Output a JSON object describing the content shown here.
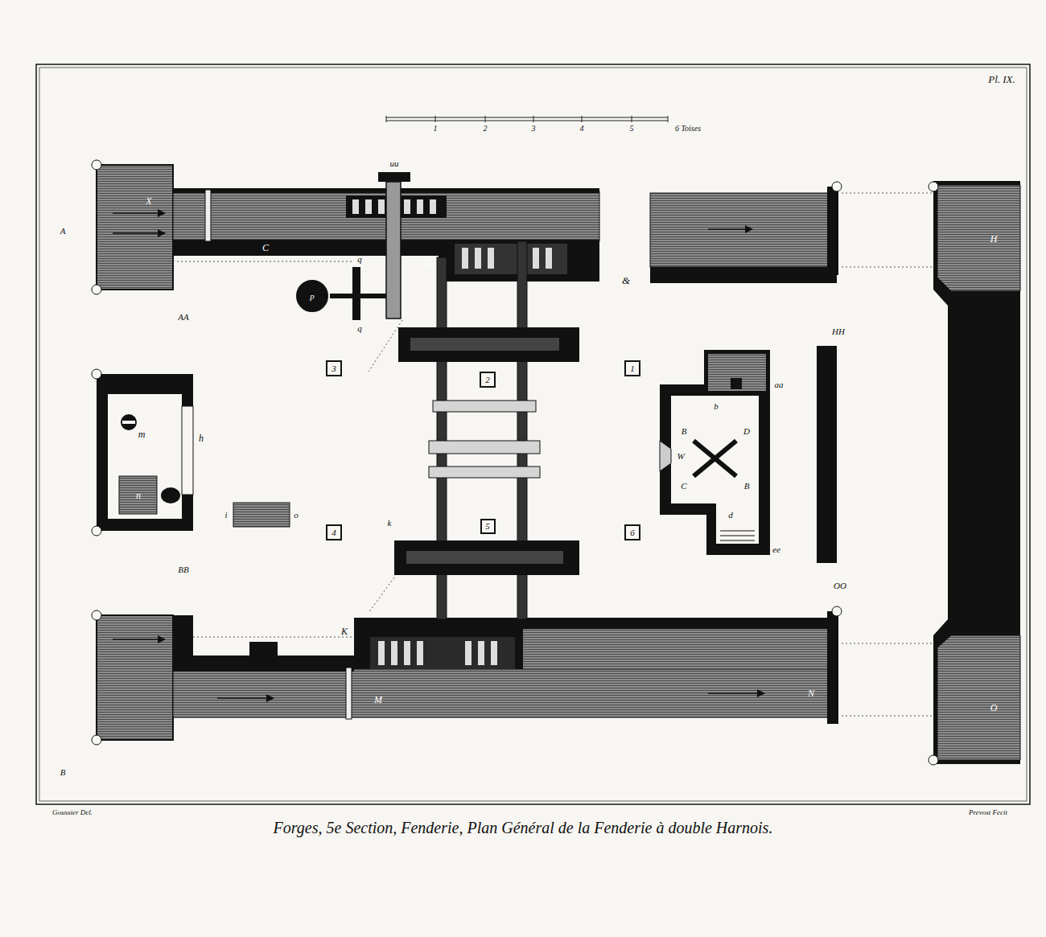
{
  "diagram": {
    "caption": "Forges, 5e Section, Fenderie, Plan Général de la Fenderie à double Harnois.",
    "nodes": [
      {
        "text": [
          "3"
        ]
      },
      {
        "text": [
          "2"
        ]
      },
      {
        "text": [
          "1"
        ]
      },
      {
        "text": [
          "4"
        ]
      },
      {
        "text": [
          "5"
        ]
      },
      {
        "text": [
          "6"
        ]
      },
      {
        "text": [
          "p"
        ]
      }
    ],
    "labels": [
      "Pl. IX.",
      "1",
      "2",
      "3",
      "4",
      "5",
      "6 Toises",
      "A",
      "B",
      "X",
      "C",
      "uu",
      "D",
      "q",
      "q",
      "AA",
      "BB",
      "m",
      "h",
      "n",
      "i",
      "o",
      "&",
      "HH",
      "OO",
      "H",
      "O",
      "aa",
      "b",
      "B",
      "D",
      "W",
      "C",
      "B",
      "d",
      "ee",
      "K",
      "M",
      "N",
      "k",
      "Goussier Del.",
      "Prevost Fecit"
    ]
  }
}
